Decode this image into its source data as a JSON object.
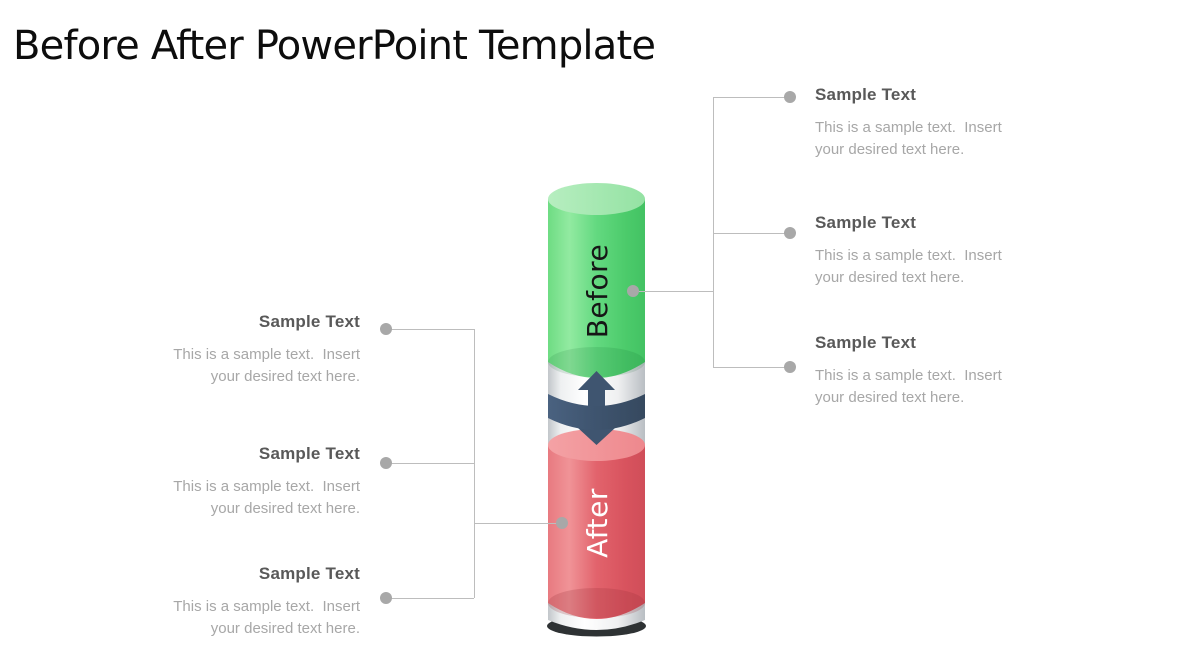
{
  "title": "Before After PowerPoint Template",
  "cylinder": {
    "before_label": "Before",
    "after_label": "After"
  },
  "left_callouts": [
    {
      "heading": "Sample Text",
      "line1": "This is a sample text.  Insert",
      "line2": "your desired text here."
    },
    {
      "heading": "Sample Text",
      "line1": "This is a sample text.  Insert",
      "line2": "your desired text here."
    },
    {
      "heading": "Sample Text",
      "line1": "This is a sample text.  Insert",
      "line2": "your desired text here."
    }
  ],
  "right_callouts": [
    {
      "heading": "Sample Text",
      "line1": "This is a sample text.  Insert",
      "line2": "your desired text here."
    },
    {
      "heading": "Sample Text",
      "line1": "This is a sample text.  Insert",
      "line2": "your desired text here."
    },
    {
      "heading": "Sample Text",
      "line1": "This is a sample text.  Insert",
      "line2": "your desired text here."
    }
  ],
  "colors": {
    "title_text": "#0d0d0d",
    "heading_text": "#595959",
    "body_text": "#a7a7a7",
    "connector": "#bdbdbd",
    "dot": "#a8a8a8",
    "green_main": "#63d980",
    "green_top": "#a6e7b0",
    "red_main": "#e2636c",
    "red_top": "#f2989b",
    "slate": "#3f5570"
  }
}
